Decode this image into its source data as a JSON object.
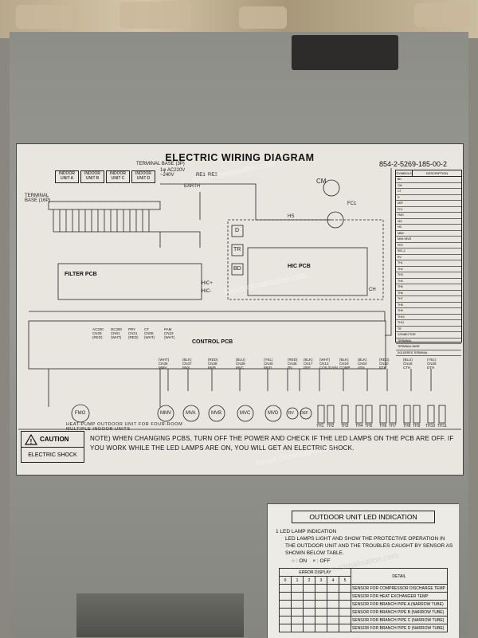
{
  "diagram": {
    "title": "ELECTRIC WIRING DIAGRAM",
    "doc_number": "854-2-5269-185-00-2",
    "terminal_base_3p": "TERMINAL BASE (3P)",
    "supply": "1φ AC220V ~240V",
    "earth": "EARTH",
    "terminal_base_16p": "TERMINAL BASE (16P)",
    "indoor_units": [
      "INDOOR UNIT A",
      "INDOOR UNIT B",
      "INDOOR UNIT C",
      "INDOOR UNIT D"
    ],
    "re1": "RE1",
    "re2": "RE2",
    "cm": "CM",
    "fc1": "FC1",
    "hs": "HS",
    "d": "D",
    "tr": "TR",
    "bd": "BD",
    "filter_pcb": "FILTER PCB",
    "hic_pcb": "HIC PCB",
    "control_pcb": "CONTROL PCB",
    "hic_plus": "HIC+",
    "hic_minus": "HIC-",
    "ch": "CH",
    "connectors_top": [
      "AC200 CN29 (RED)",
      "DC280 CN01 (WHT)",
      "PRY CN21 (RED)",
      "CT CN08 (WHT)",
      "PAM CN23 (WHT)"
    ],
    "connectors_mid": [
      "(WHT) CN36 MMV",
      "(BLK) CN37 MVA",
      "(RED) CN38 MVB",
      "(BLU) CN39 MVC",
      "(YEL) CN40 MVD"
    ],
    "connectors_right": [
      "(RED) CN36 RV",
      "(BLK) CN17 DEF",
      "(WHT) CN13 COIL/GAIN",
      "(BLK) CN19 COMP",
      "(BLK) CN04 ATH",
      "(RED) CN20 BTH",
      "(BLU) CN18 CTH",
      "(YEL) CN25 DTH"
    ],
    "motors": [
      "FMO",
      "MMV",
      "MVA",
      "MVB",
      "MVC",
      "MVD",
      "RV",
      "DEF"
    ],
    "thermistors": [
      "TH1",
      "TH2",
      "TH3",
      "TH4",
      "TH5",
      "TH6",
      "TH7",
      "TH8",
      "TH9",
      "TH10",
      "TH11"
    ],
    "footer": "HEAT-PUMP OUTDOOR UNIT FOR FOUR-ROOM MULTIPLE INDOOR UNITS",
    "caution": "CAUTION",
    "electric_shock": "ELECTRIC SHOCK",
    "note": "NOTE) WHEN CHANGING PCBS, TURN OFF THE POWER AND CHECK IF THE LED LAMPS ON THE PCB ARE OFF. IF YOU WORK WHILE THE LED LAMPS ARE ON, YOU WILL GET AN ELECTRIC SHOCK.",
    "legend_header": [
      "SYMBOLS",
      "DESCRIPTION"
    ],
    "legend_rows": [
      "BD",
      "CM",
      "CT",
      "D",
      "DEF",
      "FC1",
      "FMO",
      "HIC",
      "HS",
      "MMV",
      "MVA~MVD",
      "PRY",
      "RE1,2",
      "RV",
      "TH1",
      "TH2",
      "TH3",
      "TH4",
      "TH5",
      "TH6",
      "TH7",
      "TH8",
      "TH9",
      "TH10",
      "TH11",
      "TR",
      "CONNECTOR",
      "TERMINAL",
      "TERMINAL BASE",
      "SOLDERED TERMINAL"
    ]
  },
  "led_card": {
    "title": "OUTDOOR UNIT LED INDICATION",
    "item": "1  LED LAMP INDICATION",
    "text": "LED LAMPS LIGHT AND SHOW THE PROTECTIVE OPERATION IN THE OUTDOOR UNIT AND THE TROUBLES CAUGHT BY SENSOR AS SHOWN BELOW TABLE.",
    "legend_on": "○ : ON",
    "legend_off": "× : OFF",
    "error_display": "ERROR DISPLAY",
    "detail": "DETAIL",
    "columns": [
      "0",
      "1",
      "2",
      "3",
      "4",
      "5"
    ],
    "rows": [
      "SENSOR FOR COMPRESSOR DISCHARGE TEMP",
      "SENSOR FOR HEAT EXCHANGER TEMP",
      "SENSOR FOR BRANCH PIPE A (NARROW TUBE)",
      "SENSOR FOR BRANCH PIPE B (NARROW TUBE)",
      "SENSOR FOR BRANCH PIPE C (NARROW TUBE)",
      "SENSOR FOR BRANCH PIPE D (NARROW TUBE)"
    ]
  },
  "watermark": "forum.climatisation.com"
}
